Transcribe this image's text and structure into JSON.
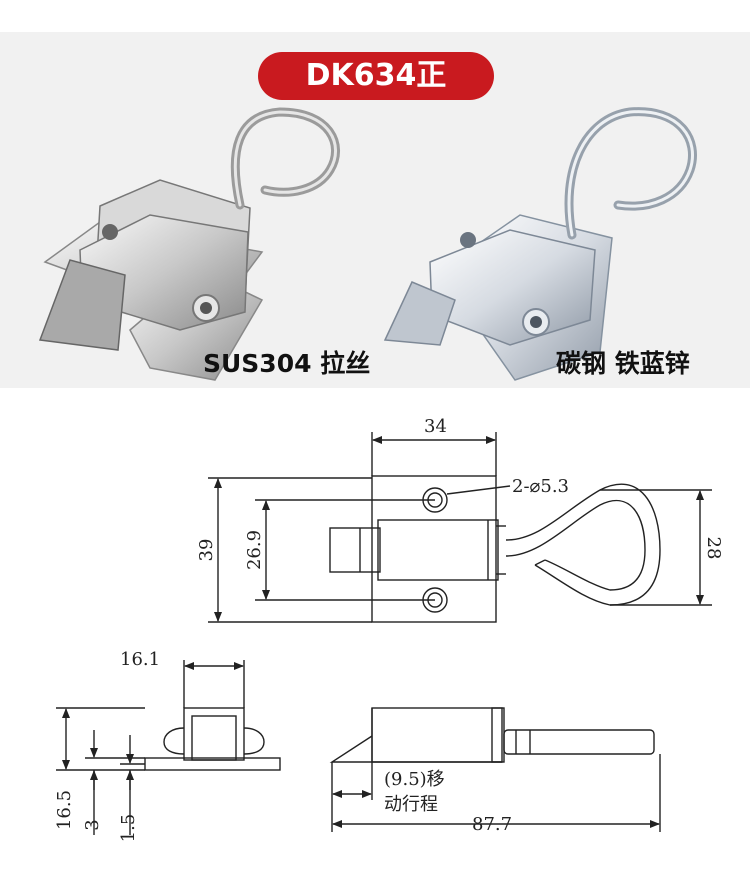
{
  "header": {
    "model_label": "DK634正"
  },
  "photos": {
    "left_caption": "SUS304 拉丝",
    "right_caption": "碳钢 铁蓝锌"
  },
  "drawing": {
    "top_view": {
      "width": "34",
      "hole_note": "2-⌀5.3",
      "height": "39",
      "hole_spacing": "26.9",
      "hook_height": "28"
    },
    "end_view": {
      "inner_width": "16.1",
      "height": "16.5",
      "dim_3": "3",
      "dim_1_5": "1.5"
    },
    "side_view": {
      "travel_line1": "(9.5)移",
      "travel_line2": "动行程",
      "total_length": "87.7"
    }
  },
  "colors": {
    "badge": "#c91a1f",
    "photo_background": "#f1f1f1"
  }
}
